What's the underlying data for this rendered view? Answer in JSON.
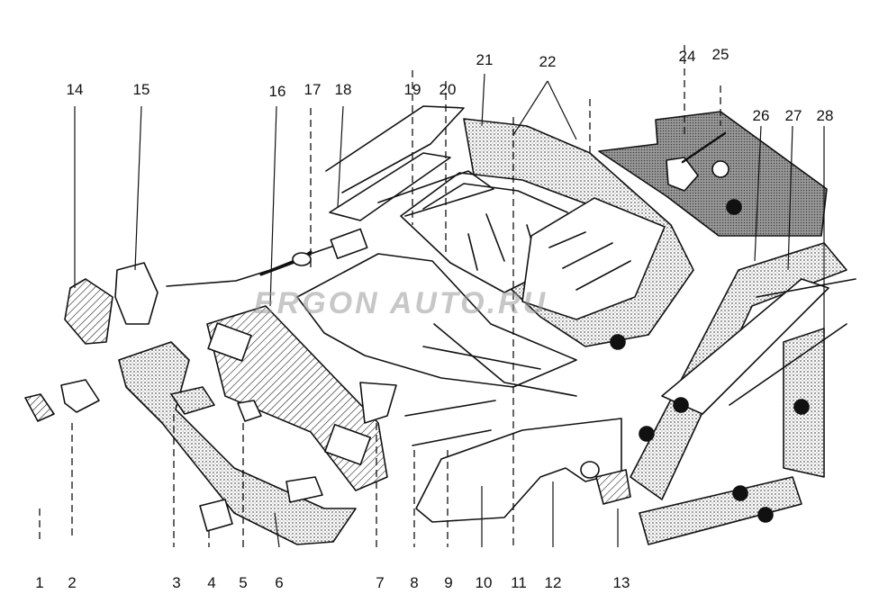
{
  "diagram": {
    "callouts": [
      {
        "id": "c1",
        "label": "1"
      },
      {
        "id": "c2",
        "label": "2"
      },
      {
        "id": "c3",
        "label": "3"
      },
      {
        "id": "c4",
        "label": "4"
      },
      {
        "id": "c5",
        "label": "5"
      },
      {
        "id": "c6",
        "label": "6"
      },
      {
        "id": "c7",
        "label": "7"
      },
      {
        "id": "c8",
        "label": "8"
      },
      {
        "id": "c9",
        "label": "9"
      },
      {
        "id": "c10",
        "label": "10"
      },
      {
        "id": "c11",
        "label": "11"
      },
      {
        "id": "c12",
        "label": "12"
      },
      {
        "id": "c13",
        "label": "13"
      },
      {
        "id": "c14",
        "label": "14"
      },
      {
        "id": "c15",
        "label": "15"
      },
      {
        "id": "c16",
        "label": "16"
      },
      {
        "id": "c17",
        "label": "17"
      },
      {
        "id": "c18",
        "label": "18"
      },
      {
        "id": "c19",
        "label": "19"
      },
      {
        "id": "c20",
        "label": "20"
      },
      {
        "id": "c21",
        "label": "21"
      },
      {
        "id": "c22",
        "label": "22"
      },
      {
        "id": "c24",
        "label": "24"
      },
      {
        "id": "c25",
        "label": "25"
      },
      {
        "id": "c26",
        "label": "26"
      },
      {
        "id": "c27",
        "label": "27"
      },
      {
        "id": "c28",
        "label": "28"
      }
    ],
    "watermark": "ERGON  AUTO.RU",
    "colors": {
      "ink": "#111111",
      "shade": "#8c8c8c",
      "watermark": "#9a9a9a"
    }
  }
}
